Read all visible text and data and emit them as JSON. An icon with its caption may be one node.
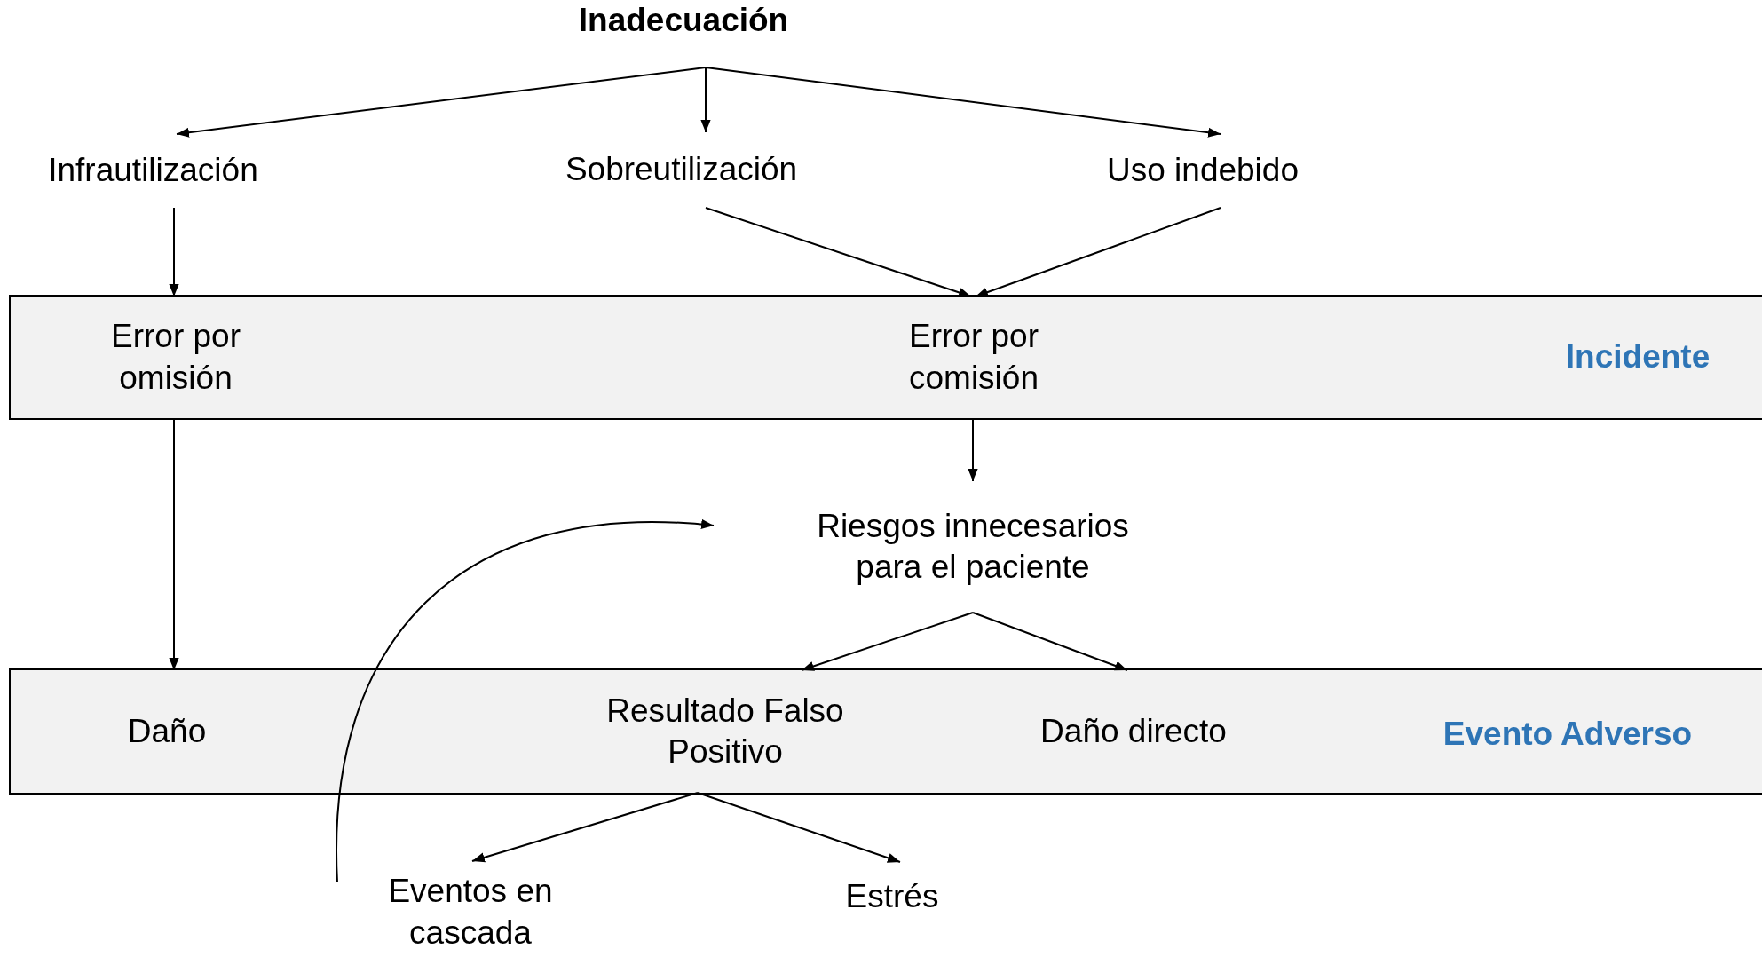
{
  "diagram": {
    "nodes": [
      {
        "text": [
          "Inadecuación"
        ]
      },
      {
        "text": [
          "Infrautilización"
        ]
      },
      {
        "text": [
          "Sobreutilización"
        ]
      },
      {
        "text": [
          "Uso indebido"
        ]
      },
      {
        "text": [
          "Incidente"
        ]
      },
      {
        "text": [
          "Error por omisión"
        ],
        "in": 4
      },
      {
        "text": [
          "Error por comisión"
        ],
        "in": 4
      },
      {
        "text": [
          "Riesgos innecesarios para el paciente"
        ]
      },
      {
        "text": [
          "Evento Adverso"
        ]
      },
      {
        "text": [
          "Daño"
        ],
        "in": 8
      },
      {
        "text": [
          "Resultado Falso Positivo"
        ],
        "in": 8
      },
      {
        "text": [
          "Daño directo"
        ],
        "in": 8
      },
      {
        "text": [
          "Eventos en cascada"
        ]
      },
      {
        "text": [
          "Estrés"
        ]
      }
    ],
    "edges": [
      {
        "from": 0,
        "to": 1,
        "arrow": "to"
      },
      {
        "from": 0,
        "to": 2,
        "arrow": "to"
      },
      {
        "from": 0,
        "to": 3,
        "arrow": "to"
      },
      {
        "from": 1,
        "to": 5,
        "arrow": "to"
      },
      {
        "from": 2,
        "to": 6,
        "arrow": "to"
      },
      {
        "from": 3,
        "to": 6,
        "arrow": "to"
      },
      {
        "from": 5,
        "to": 9,
        "arrow": "to"
      },
      {
        "from": 6,
        "to": 7,
        "arrow": "to"
      },
      {
        "from": 7,
        "to": 10,
        "arrow": "to"
      },
      {
        "from": 7,
        "to": 11,
        "arrow": "to"
      },
      {
        "from": 10,
        "to": 12,
        "arrow": "to"
      },
      {
        "from": 10,
        "to": 13,
        "arrow": "to"
      },
      {
        "from": 12,
        "to": 7,
        "arrow": "to"
      }
    ]
  }
}
